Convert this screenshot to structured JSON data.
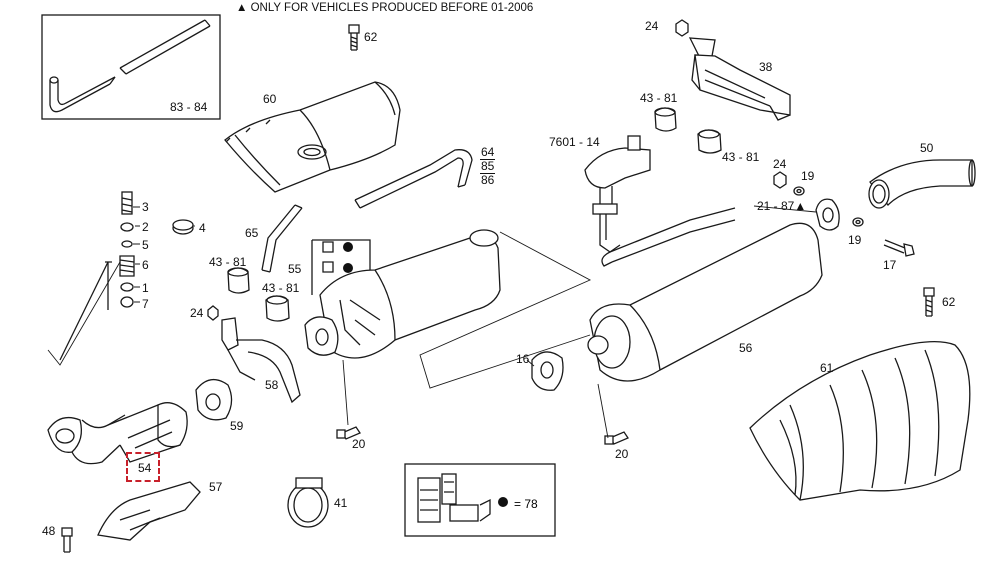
{
  "header_note": "ONLY FOR VEHICLES PRODUCED BEFORE 01-2006",
  "header_symbol": "▲",
  "parts": {
    "p62a": "62",
    "p83_84": "83 - 84",
    "p60": "60",
    "p24a": "24",
    "p38": "38",
    "p43_81a": "43 - 81",
    "p43_81b": "43 - 81",
    "p7601": "7601 - 14",
    "p24b": "24",
    "p19a": "19",
    "p50": "50",
    "p21_87": "21 - 87",
    "p19b": "19",
    "p17": "17",
    "p62b": "62",
    "p3": "3",
    "p2": "2",
    "p5": "5",
    "p6": "6",
    "p1": "1",
    "p7": "7",
    "p4": "4",
    "p65": "65",
    "p55": "55",
    "p43_81c": "43 - 81",
    "p43_81d": "43 - 81",
    "p24c": "24",
    "p58": "58",
    "p59": "59",
    "p54": "54",
    "p57": "57",
    "p48": "48",
    "p41": "41",
    "p20a": "20",
    "p16": "16",
    "p56": "56",
    "p20b": "20",
    "p61": "61"
  },
  "fraction_64_86": [
    "64",
    "85",
    "86"
  ],
  "legend": {
    "dot_equals": "= 78"
  },
  "colors": {
    "line": "#1a1a1a",
    "highlight": "#c8202a",
    "fill": "#ffffff",
    "shade": "#d9d9d9"
  }
}
